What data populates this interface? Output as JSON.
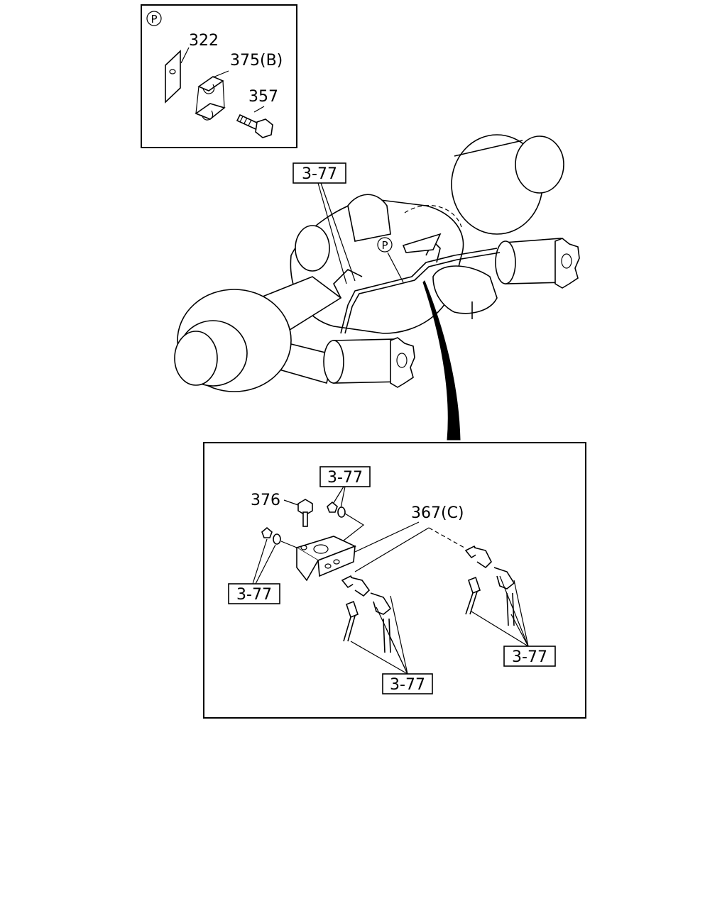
{
  "inset_p": {
    "marker": "P",
    "labels": {
      "p322": "322",
      "p375": "375(B)",
      "p357": "357"
    }
  },
  "main": {
    "marker": "P",
    "ref_top": "3-77"
  },
  "detail": {
    "labels": {
      "p376": "376",
      "p367": "367(C)"
    },
    "refs": {
      "r1": "3-77",
      "r2": "3-77",
      "r3": "3-77",
      "r4": "3-77"
    }
  }
}
